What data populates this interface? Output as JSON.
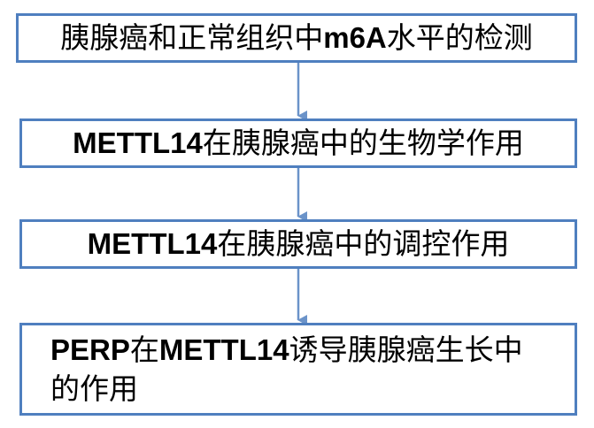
{
  "diagram": {
    "steps": [
      {
        "prefix": "",
        "text_a": "胰腺癌和正常组织中",
        "latin": "m6A",
        "text_b": "水平的检测"
      },
      {
        "prefix": "METTL14",
        "text_a": "在胰腺癌中的生物学作用",
        "latin": "",
        "text_b": ""
      },
      {
        "prefix": "METTL14",
        "text_a": "在胰腺癌中的调控作用",
        "latin": "",
        "text_b": ""
      },
      {
        "prefix": "PERP",
        "text_a": "在",
        "latin": "METTL14",
        "text_b": "诱导胰腺癌生长中的作用"
      }
    ],
    "colors": {
      "box_border": "#4f7fbf",
      "arrow": "#6b93c9",
      "text": "#000000"
    },
    "connector": "arrow-down"
  }
}
